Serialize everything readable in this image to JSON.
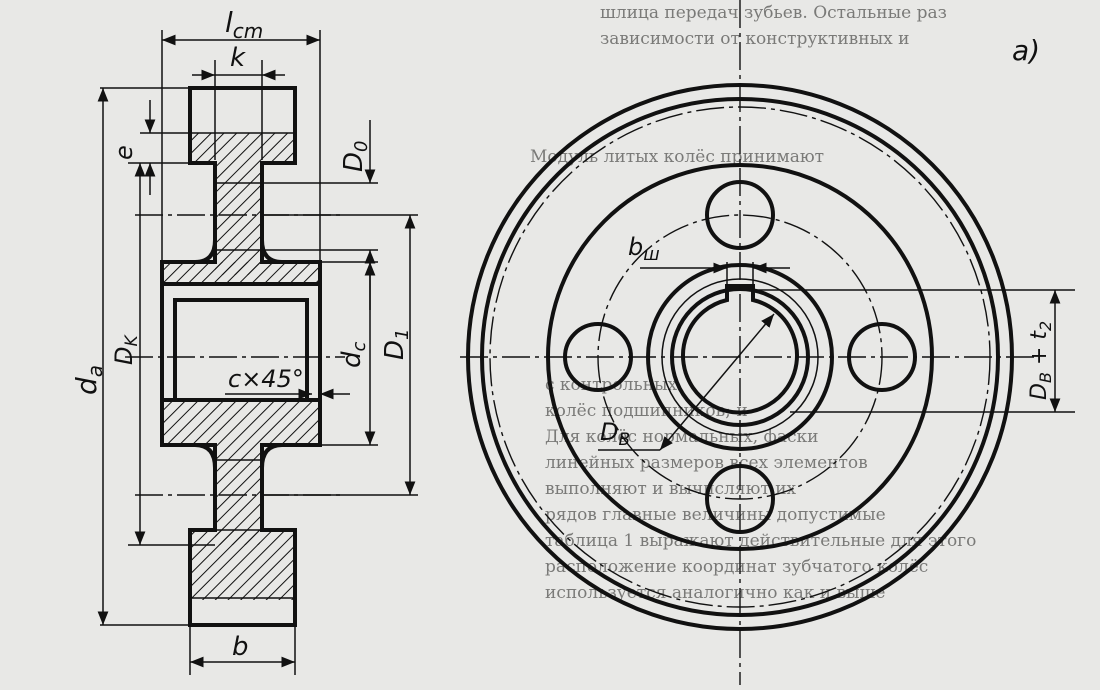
{
  "figure_label": "a)",
  "dimensions": {
    "l_cm": "l",
    "l_cm_sub": "cm",
    "k": "k",
    "e": "e",
    "D0": "D",
    "D0_sub": "0",
    "Dk": "D",
    "Dk_sub": "K",
    "da": "d",
    "da_sub": "a",
    "dc": "d",
    "dc_sub": "c",
    "D1": "D",
    "D1_sub": "1",
    "chamfer": "c×45°",
    "b": "b",
    "b_sh": "b",
    "b_sh_sub": "ш",
    "DB": "D",
    "DB_sub": "B",
    "DB_t2": "D",
    "DB_t2_sub": "B",
    "DB_t2_plus": " + t",
    "DB_t2_sub2": "2"
  },
  "background_text": [
    "шлица передач зубьев. Остальные раз",
    "зависимости от конструктивных и",
    "Модуль литых колёс принимают",
    "с контрольных",
    "колёс подшипников; и",
    "Для колёс нормальных, фаски",
    "линейных размеров всех элементов",
    "выполняют и вычисляют их",
    "рядов главные величины допустимые",
    "таблица 1 выражают действительные для этого",
    "расположение координат зубчатого колёс",
    "используется аналогично как и выше"
  ],
  "colors": {
    "ink": "#111111",
    "paper": "#e8e8e6",
    "hatch": "#111111"
  }
}
